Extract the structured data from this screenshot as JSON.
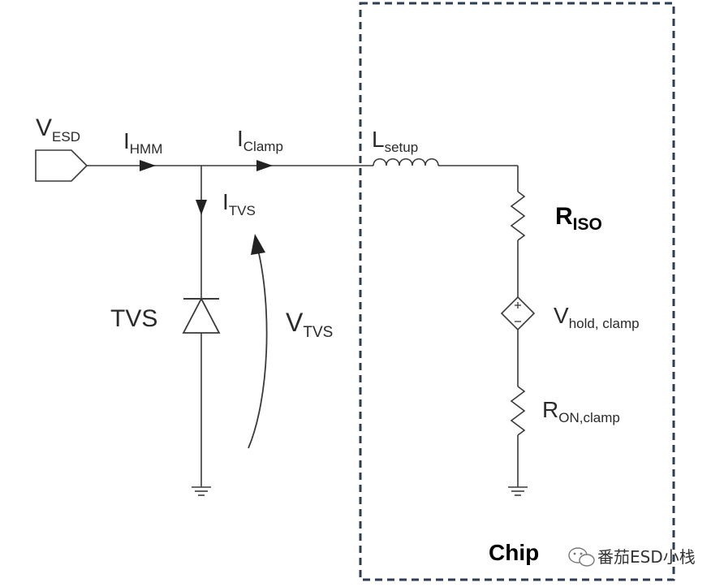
{
  "labels": {
    "vesd_main": "V",
    "vesd_sub": "ESD",
    "ihmm_main": "I",
    "ihmm_sub": "HMM",
    "iclamp_main": "I",
    "iclamp_sub": "Clamp",
    "itvs_main": "I",
    "itvs_sub": "TVS",
    "tvs": "TVS",
    "vtvs_main": "V",
    "vtvs_sub": "TVS",
    "lsetup_main": "L",
    "lsetup_sub": "setup",
    "riso_main": "R",
    "riso_sub": "ISO",
    "vhold_main": "V",
    "vhold_sub": "hold, clamp",
    "ron_main": "R",
    "ron_sub": "ON,clamp",
    "chip": "Chip"
  },
  "watermark": {
    "text": "番茄ESD小栈",
    "icon": "wechat-icon"
  },
  "colors": {
    "wire": "#3a3a3a",
    "chip_border": "#2c3e50",
    "text": "#2a2a2a"
  }
}
